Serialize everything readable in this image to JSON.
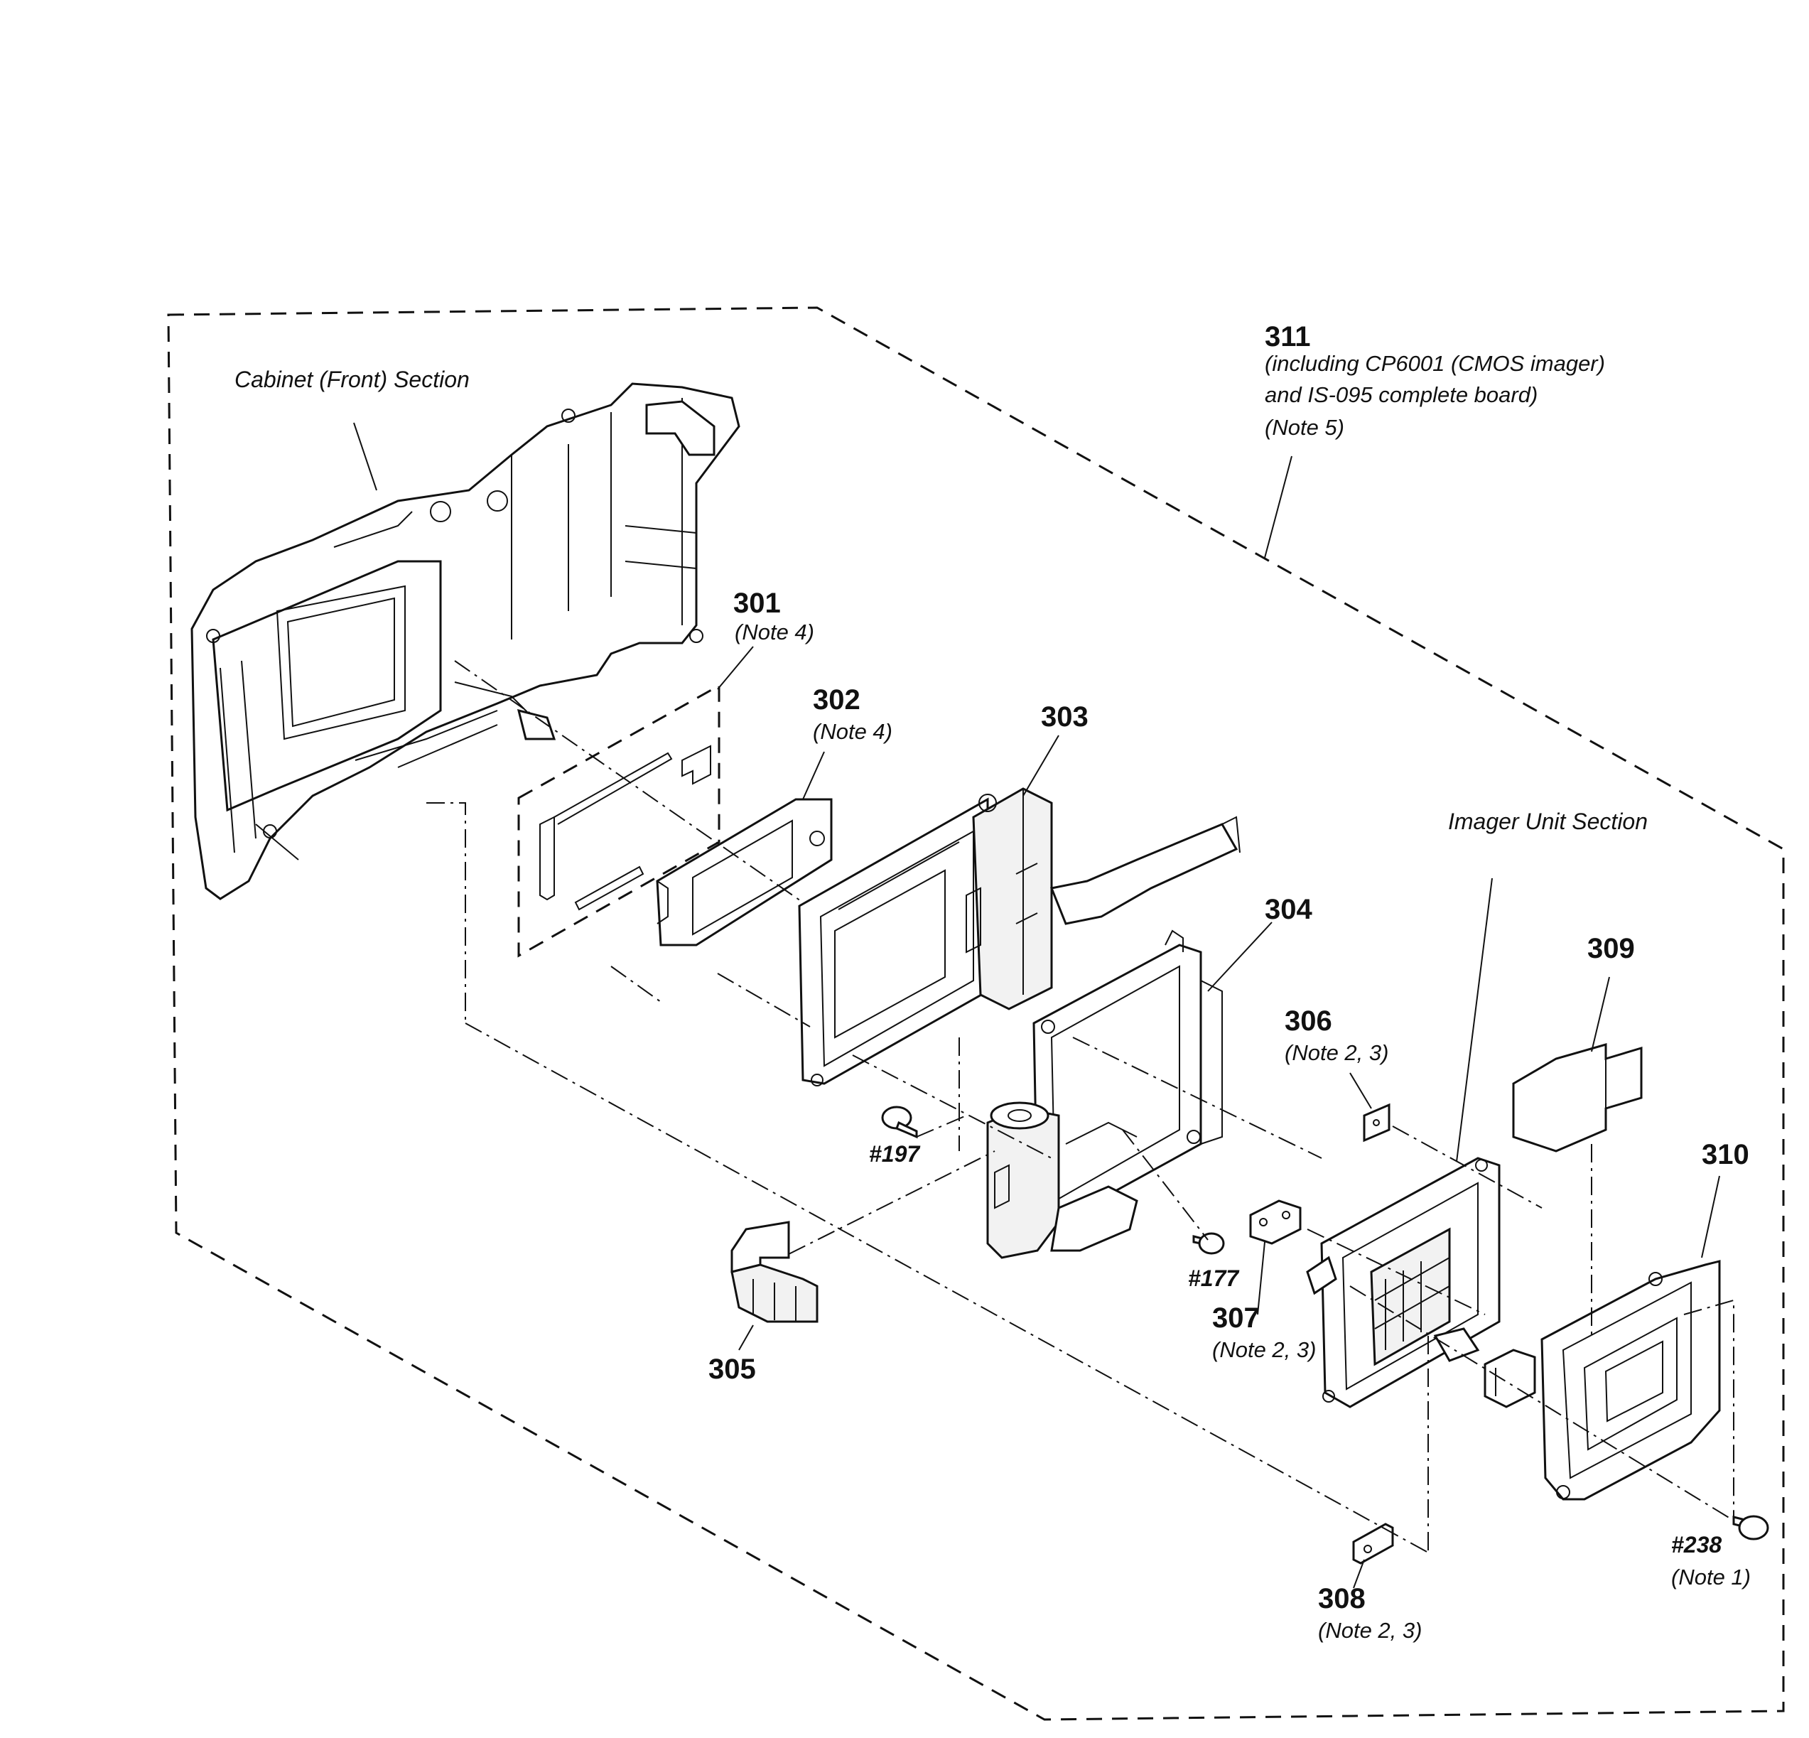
{
  "sections": {
    "cabinet_front": "Cabinet (Front) Section",
    "imager_unit": "Imager Unit Section"
  },
  "callouts": [
    {
      "id": "301",
      "notes": [
        "(Note 4)"
      ]
    },
    {
      "id": "302",
      "notes": [
        "(Note 4)"
      ]
    },
    {
      "id": "303",
      "notes": []
    },
    {
      "id": "304",
      "notes": []
    },
    {
      "id": "305",
      "notes": []
    },
    {
      "id": "306",
      "notes": [
        "(Note 2, 3)"
      ]
    },
    {
      "id": "307",
      "notes": [
        "(Note 2, 3)"
      ]
    },
    {
      "id": "308",
      "notes": [
        "(Note 2, 3)"
      ]
    },
    {
      "id": "309",
      "notes": []
    },
    {
      "id": "310",
      "notes": []
    },
    {
      "id": "311",
      "notes": [
        "(including CP6001 (CMOS imager)",
        "and IS-095 complete board)",
        "(Note 5)"
      ]
    }
  ],
  "screws": [
    {
      "id": "#197",
      "notes": []
    },
    {
      "id": "#177",
      "notes": []
    },
    {
      "id": "#238",
      "notes": [
        "(Note 1)"
      ]
    }
  ]
}
